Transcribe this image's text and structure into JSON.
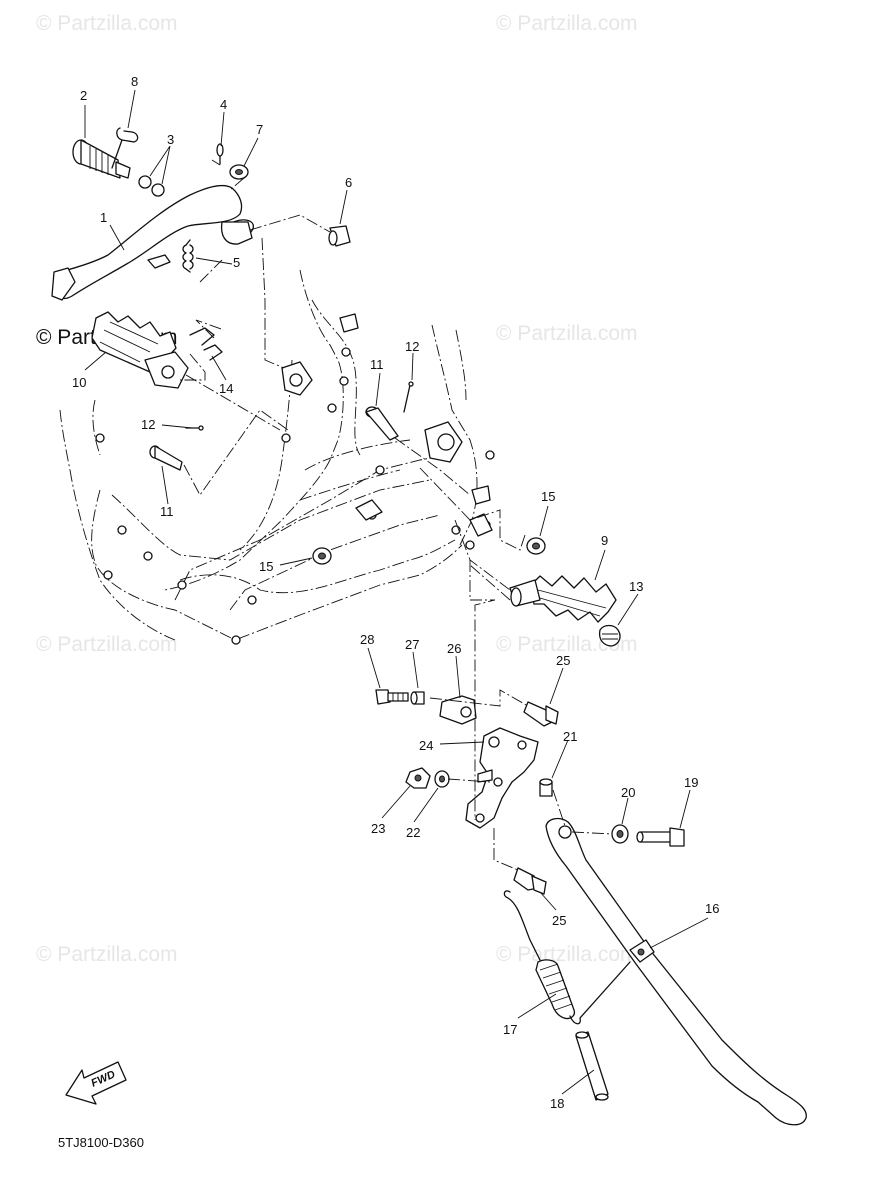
{
  "watermarks": {
    "text": "© Partzilla.com",
    "highlighted_text": "© Partzilla.com"
  },
  "diagram_code": "5TJ8100-D360",
  "fwd_label": "FWD",
  "callouts": {
    "c1": "1",
    "c2": "2",
    "c3": "3",
    "c4": "4",
    "c5": "5",
    "c6": "6",
    "c7": "7",
    "c8": "8",
    "c9": "9",
    "c10": "10",
    "c11a": "11",
    "c11b": "11",
    "c12a": "12",
    "c12b": "12",
    "c13": "13",
    "c14": "14",
    "c15a": "15",
    "c15b": "15",
    "c16": "16",
    "c17": "17",
    "c18": "18",
    "c19": "19",
    "c20": "20",
    "c21": "21",
    "c22": "22",
    "c23": "23",
    "c24": "24",
    "c25a": "25",
    "c25b": "25",
    "c26": "26",
    "c27": "27",
    "c28": "28"
  }
}
